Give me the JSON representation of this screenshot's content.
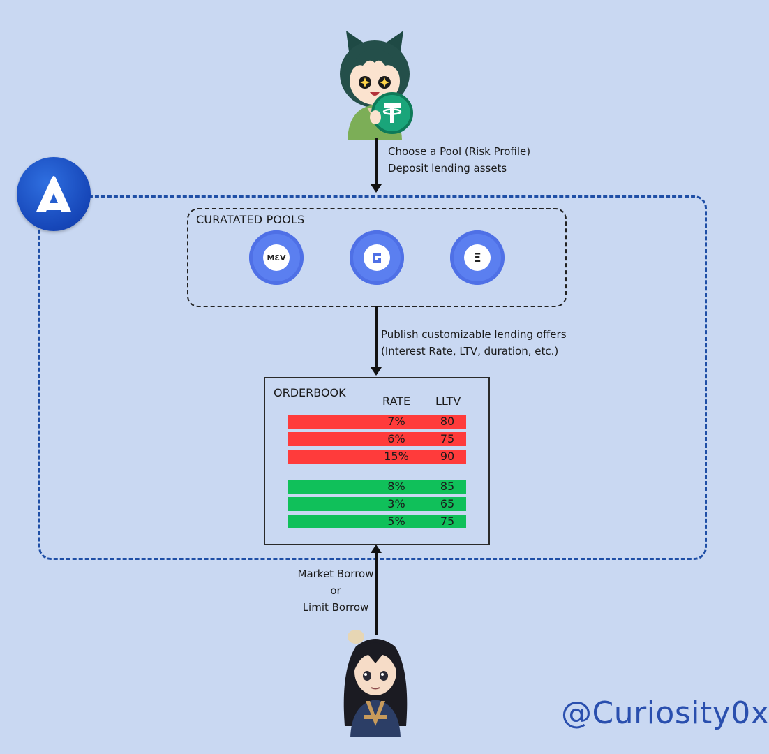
{
  "lender": {
    "step_label_1": "Choose a Pool (Risk Profile)",
    "step_label_2": "Deposit lending assets"
  },
  "pools": {
    "title": "CURATATED POOLS",
    "items": [
      {
        "name": "MƐV",
        "icon": "mev-capital-logo"
      },
      {
        "name": "",
        "icon": "gauntlet-logo"
      },
      {
        "name": "Ξ",
        "icon": "block-analitica-logo"
      }
    ]
  },
  "publish": {
    "line_1": "Publish customizable lending offers",
    "line_2": "(Interest Rate, LTV, duration, etc.)"
  },
  "orderbook": {
    "title": "ORDERBOOK",
    "rate_header": "RATE",
    "lltv_header": "LLTV",
    "asks": [
      {
        "rate": "7%",
        "lltv": "80"
      },
      {
        "rate": "6%",
        "lltv": "75"
      },
      {
        "rate": "15%",
        "lltv": "90"
      }
    ],
    "bids": [
      {
        "rate": "8%",
        "lltv": "85"
      },
      {
        "rate": "3%",
        "lltv": "65"
      },
      {
        "rate": "5%",
        "lltv": "75"
      }
    ],
    "colors": {
      "ask": "#ff3b3b",
      "bid": "#10c05a"
    }
  },
  "borrow": {
    "line_1": "Market Borrow",
    "line_2": "or",
    "line_3": "Limit Borrow"
  },
  "handle": "@Curiosity0x",
  "colors": {
    "background": "#c9d8f2",
    "frame": "#1f4fa6",
    "brand": "#1646b8",
    "pool": "#5b7ff0"
  }
}
